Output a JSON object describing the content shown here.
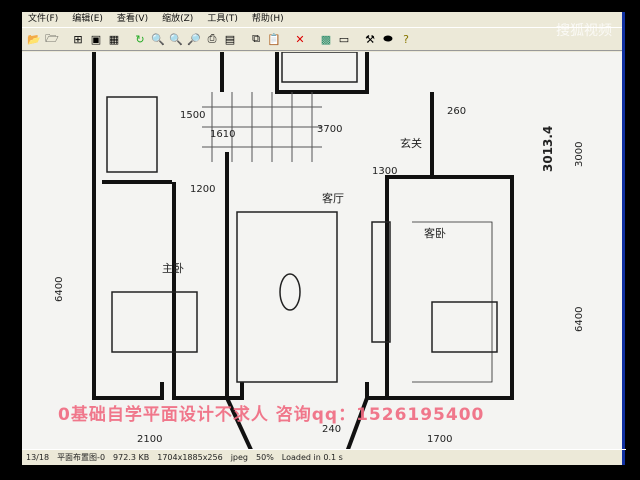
{
  "menu": [
    "文件(F)",
    "编辑(E)",
    "查看(V)",
    "缩放(Z)",
    "工具(T)",
    "帮助(H)"
  ],
  "toolbar": [
    "open-icon",
    "folder-icon",
    "fit-icon",
    "fullscreen-icon",
    "thumbnail-icon",
    "refresh-icon",
    "zoom-out-icon",
    "zoom-icon",
    "zoom-in-icon",
    "print-icon",
    "scan-icon",
    "copy-icon",
    "paste-icon",
    "delete-icon",
    "image-icon",
    "properties-icon",
    "tools-icon",
    "settings-icon",
    "help-icon"
  ],
  "logo": "搜狐视频",
  "plan": {
    "rooms": [
      "主卧",
      "客厅",
      "客卧",
      "玄关"
    ],
    "dims": [
      "1500",
      "1610",
      "3700",
      "260",
      "3013.4",
      "3000",
      "1300",
      "2100",
      "1700",
      "240",
      "6400",
      "6400",
      "1200"
    ]
  },
  "watermark": "0基础自学平面设计不求人 咨询qq：1526195400",
  "status": {
    "index": "13/18",
    "file": "平面布置图-0",
    "size": "972.3 KB",
    "dims": "1704x1885x256",
    "format": "jpeg",
    "zoom": "50%",
    "load": "Loaded in 0.1 s"
  }
}
